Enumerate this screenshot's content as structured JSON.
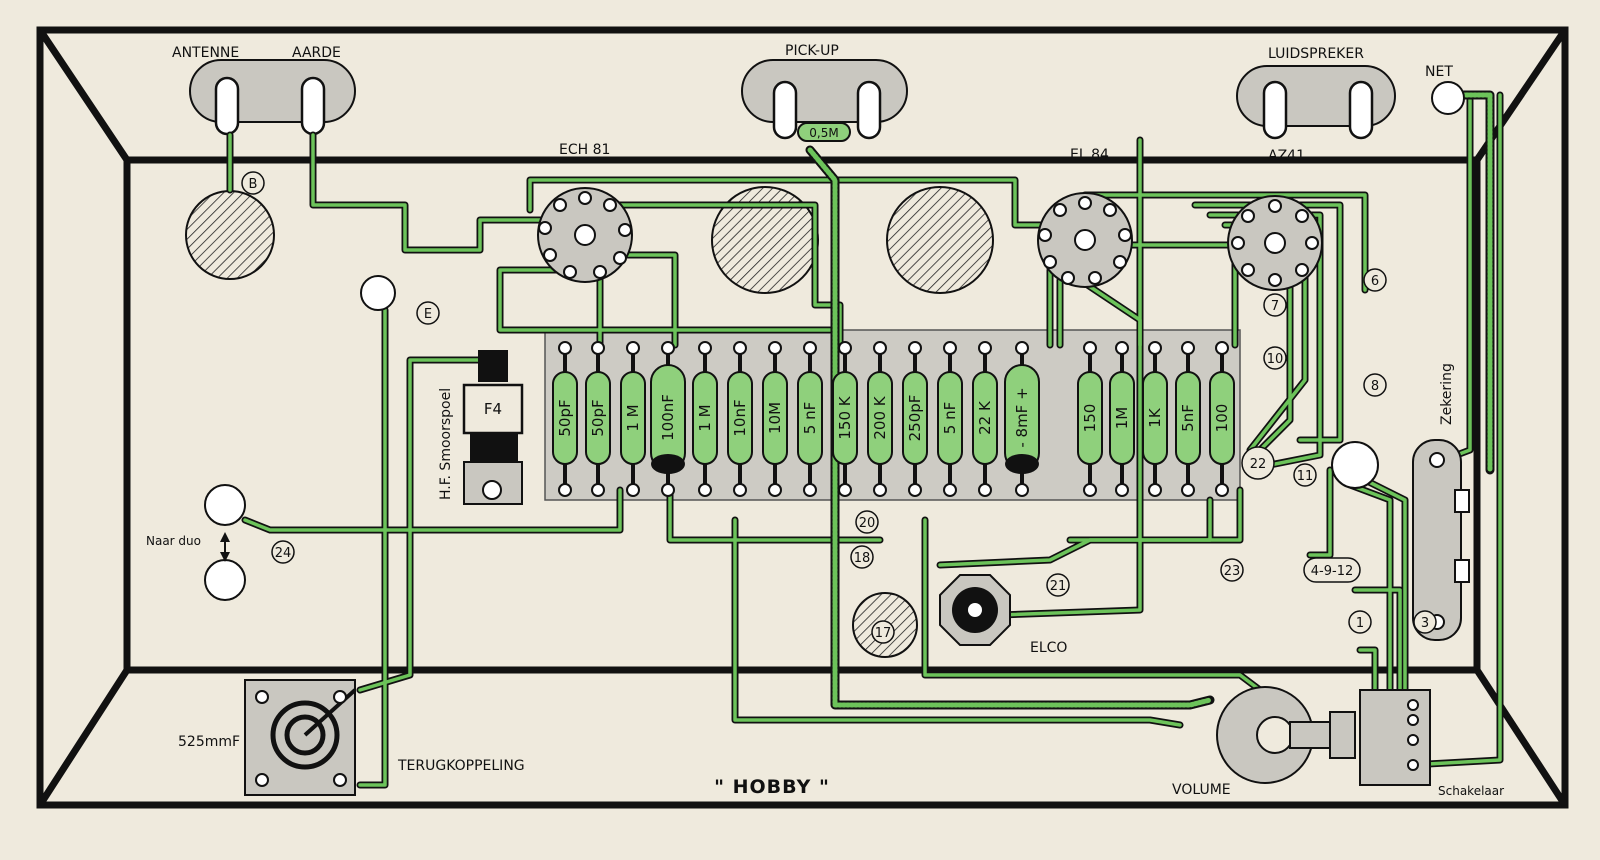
{
  "title": "\" HOBBY \"",
  "labels": {
    "antenne": "ANTENNE",
    "aarde": "AARDE",
    "pickup": "PICK-UP",
    "luidspreker": "LUIDSPREKER",
    "net": "NET",
    "ech81": "ECH 81",
    "el84": "EL 84",
    "az41": "AZ41",
    "f4": "F4",
    "hf_smoorspoel": "H.F. Smoorspoel",
    "naarduo": "Naar duo",
    "cap_525": "525mmF",
    "terugkoppeling": "TERUGKOPPELING",
    "elco": "ELCO",
    "volume": "VOLUME",
    "schakelaar": "Schakelaar",
    "zekering": "Zekering",
    "pickup_resistor": "0,5M"
  },
  "markers": [
    "B",
    "E",
    "6",
    "7",
    "8",
    "10",
    "11",
    "22",
    "23",
    "4-9-12",
    "1",
    "3",
    "17",
    "18",
    "20",
    "21",
    "24"
  ],
  "components": [
    "50pF",
    "50pF",
    "1 M",
    "100nF",
    "1 M",
    "10nF",
    "10M",
    "5 nF",
    "150 K",
    "200 K",
    "250pF",
    "5 nF",
    "22 K",
    "- 8mF +",
    "150",
    "1M",
    "1K",
    "5nF",
    "100"
  ],
  "colors": {
    "wire_green": "#6cc35a",
    "component_green": "#8fd07c",
    "board_grey": "#cdcbc4",
    "socket_grey": "#c9c7c0",
    "line_black": "#111111",
    "paper": "#efeadd"
  }
}
